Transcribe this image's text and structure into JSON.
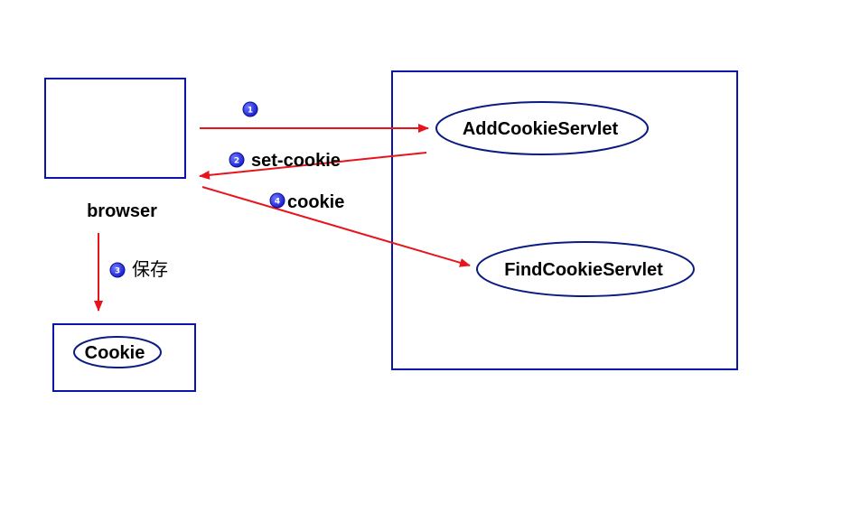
{
  "nodes": {
    "browser_label": "browser",
    "server_add": "AddCookieServlet",
    "server_find": "FindCookieServlet",
    "cookie_store": "Cookie"
  },
  "steps": [
    {
      "badge": "1",
      "label": ""
    },
    {
      "badge": "2",
      "label": "set-cookie"
    },
    {
      "badge": "3",
      "label": "保存"
    },
    {
      "badge": "4",
      "label": "cookie"
    }
  ],
  "colors": {
    "box_stroke": "#0a14a8",
    "oval_stroke": "#0a1c80",
    "arrow": "#e8141c",
    "badge_fill": "#1a22d6"
  }
}
